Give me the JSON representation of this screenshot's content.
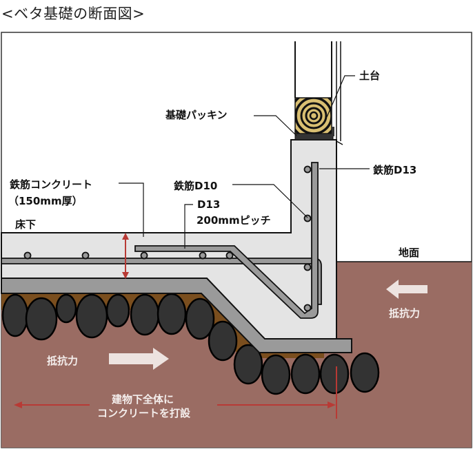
{
  "title": "<ベタ基礎の断面図>",
  "labels": {
    "dodai": "土台",
    "kiso_packing": "基礎パッキン",
    "tekkin_d13": "鉄筋D13",
    "rc_concrete_line1": "鉄筋コンクリート",
    "rc_concrete_line2": "（150mm厚）",
    "tekkin_d10": "鉄筋D10",
    "d13_pitch_line1": "D13",
    "d13_pitch_line2": "200mmピッチ",
    "yukashita": "床下",
    "jimen": "地面",
    "resistance_right": "抵抗力",
    "resistance_left": "抵抗力",
    "whole_building_line1": "建物下全体に",
    "whole_building_line2": "コンクリートを打設"
  },
  "colors": {
    "concrete": "#e4e4e4",
    "rebar": "#9a9a9a",
    "gravel": "#333333",
    "soil": "#9a6c63",
    "soil_fill": "#7a4e1e",
    "wood": "#d9bf72",
    "arrow_red": "#b83a35",
    "outline": "#111111"
  }
}
